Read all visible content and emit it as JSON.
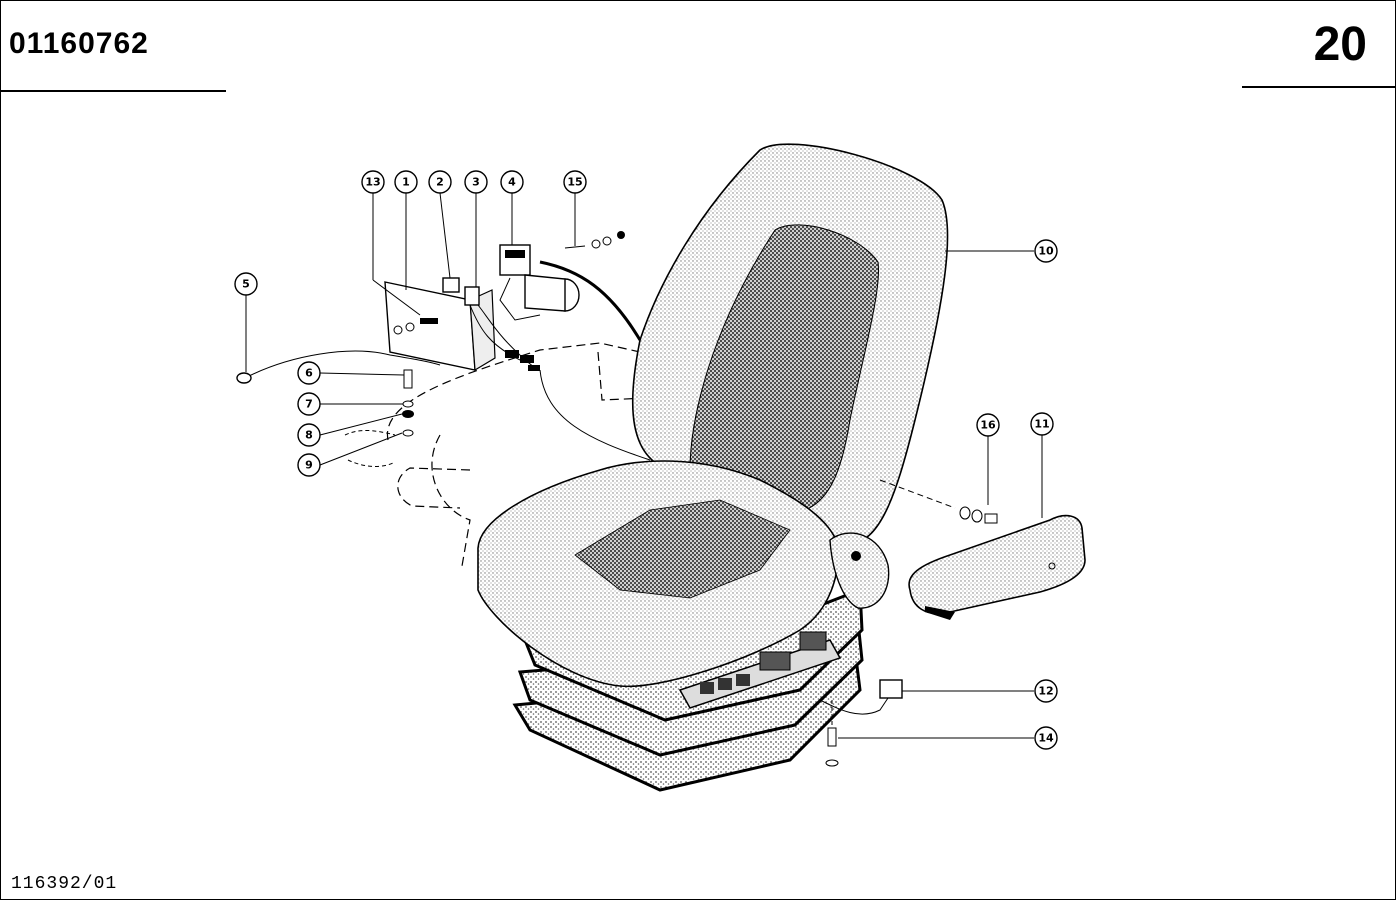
{
  "header": {
    "part_number": "01160762",
    "page_number": "20"
  },
  "footer": {
    "drawing_number": "116392/01"
  },
  "callouts": [
    "13",
    "1",
    "2",
    "3",
    "4",
    "15",
    "5",
    "6",
    "7",
    "8",
    "9",
    "10",
    "16",
    "11",
    "12",
    "14"
  ]
}
